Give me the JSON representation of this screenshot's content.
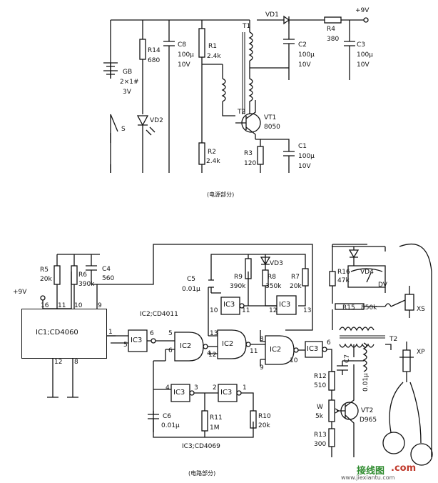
{
  "captions": {
    "power_section": "(电源部分)",
    "circuit_section": "(电路部分)"
  },
  "power": {
    "vplus": "+9V",
    "gb": "GB",
    "gb_spec": "2×1#",
    "gb_v": "3V",
    "switch": "S",
    "r14": "R14",
    "r14_v": "680",
    "vd2": "VD2",
    "c8": "C8",
    "c8_v1": "100μ",
    "c8_v2": "10V",
    "r1": "R1",
    "r1_v": "2.4k",
    "r2": "R2",
    "r2_v": "2.4k",
    "t1": "T1",
    "t2": "T2",
    "vd1": "VD1",
    "vt1": "VT1",
    "vt1_v": "8050",
    "r3": "R3",
    "r3_v": "120",
    "c1": "C1",
    "c1_v1": "100μ",
    "c1_v2": "10V",
    "c2": "C2",
    "c2_v1": "100μ",
    "c2_v2": "10V",
    "r4": "R4",
    "r4_v": "380",
    "c3": "C3",
    "c3_v1": "100μ",
    "c3_v2": "10V"
  },
  "circuit": {
    "vplus": "+9V",
    "ic1": "IC1;CD4060",
    "ic2_title": "IC2;CD4011",
    "ic3_title": "IC3;CD4069",
    "r5": "R5",
    "r5_v": "20k",
    "r6": "R6",
    "r6_v": "390k",
    "c4": "C4",
    "c4_v": "560",
    "c5": "C5",
    "c5_v": "0.01μ",
    "r9": "R9",
    "r9_v": "390k",
    "r8": "R8",
    "r8_v": "350k",
    "vd3": "VD3",
    "r7": "R7",
    "r7_v": "20k",
    "r16": "R16",
    "r16_v": "47k",
    "vd4": "VD4",
    "dv": "DV",
    "r15": "R15",
    "r15_v": "850k",
    "xs": "XS",
    "t2": "T2",
    "xp": "XP",
    "r12": "R12",
    "r12_v": "510",
    "c7": "C7",
    "c7_v": "0.01μ",
    "w": "W",
    "w_v": "5k",
    "vt2": "VT2",
    "vt2_v": "D965",
    "r13": "R13",
    "r13_v": "300",
    "c6": "C6",
    "c6_v": "0.01μ",
    "r11": "R11",
    "r11_v": "1M",
    "r10": "R10",
    "r10_v": "20k",
    "ic3": "IC3",
    "ic2": "IC2",
    "pins": {
      "p16": "16",
      "p11": "11",
      "p10": "10",
      "p9": "9",
      "p1": "1",
      "p12": "12",
      "p8": "8",
      "p5": "5",
      "p6": "6",
      "p4": "4",
      "p13": "13",
      "p2": "2",
      "p3": "3"
    }
  },
  "watermark": {
    "cn": "接线图",
    "site": "www.jiexiantu.com",
    "com": ".com"
  }
}
